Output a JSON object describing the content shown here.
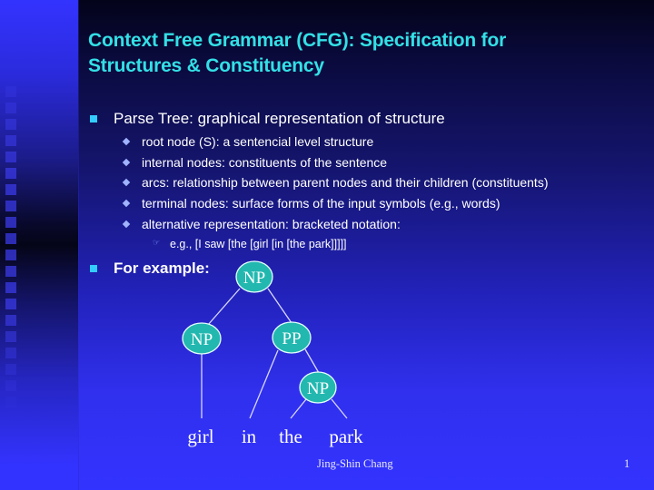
{
  "slide": {
    "title_line1": "Context Free Grammar (CFG): Specification for",
    "title_line2": "Structures & Constituency",
    "colors": {
      "title": "#33e0e6",
      "body_text": "#ffffff",
      "bullet_square": "#33ccff",
      "bullet_diamond": "#9fb3ff",
      "node_fill": "#22b8b0",
      "background_top": "#03031a",
      "background_bottom": "#3333ff"
    }
  },
  "bullets": [
    {
      "icon": "square-bullet-icon",
      "text": "Parse Tree: graphical representation of structure",
      "children": [
        {
          "icon": "diamond-bullet-icon",
          "text": "root node (S): a sentencial level structure"
        },
        {
          "icon": "diamond-bullet-icon",
          "text": "internal nodes: constituents of the sentence"
        },
        {
          "icon": "diamond-bullet-icon",
          "text": "arcs: relationship between parent nodes and their children (constituents)"
        },
        {
          "icon": "diamond-bullet-icon",
          "text": "terminal nodes: surface forms of the input symbols (e.g., words)"
        },
        {
          "icon": "diamond-bullet-icon",
          "text": "alternative representation: bracketed notation:",
          "children": [
            {
              "icon": "pointing-hand-icon",
              "glyph": "☞",
              "text": "e.g., [I saw [the [girl [in [the park]]]]]"
            }
          ]
        }
      ]
    },
    {
      "icon": "square-bullet-icon",
      "text": "For example:"
    }
  ],
  "parse_tree": {
    "nodes": [
      {
        "id": "np_root",
        "label": "NP"
      },
      {
        "id": "np_left",
        "label": "NP"
      },
      {
        "id": "pp",
        "label": "PP"
      },
      {
        "id": "np_lower",
        "label": "NP"
      }
    ],
    "edges": [
      [
        "np_root",
        "np_left"
      ],
      [
        "np_root",
        "pp"
      ],
      [
        "np_left",
        "girl"
      ],
      [
        "pp",
        "in"
      ],
      [
        "pp",
        "np_lower"
      ],
      [
        "np_lower",
        "the"
      ],
      [
        "np_lower",
        "park"
      ]
    ],
    "words": [
      "girl",
      "in",
      "the",
      "park"
    ]
  },
  "footer": {
    "author": "Jing-Shin Chang",
    "page_number": "1"
  }
}
